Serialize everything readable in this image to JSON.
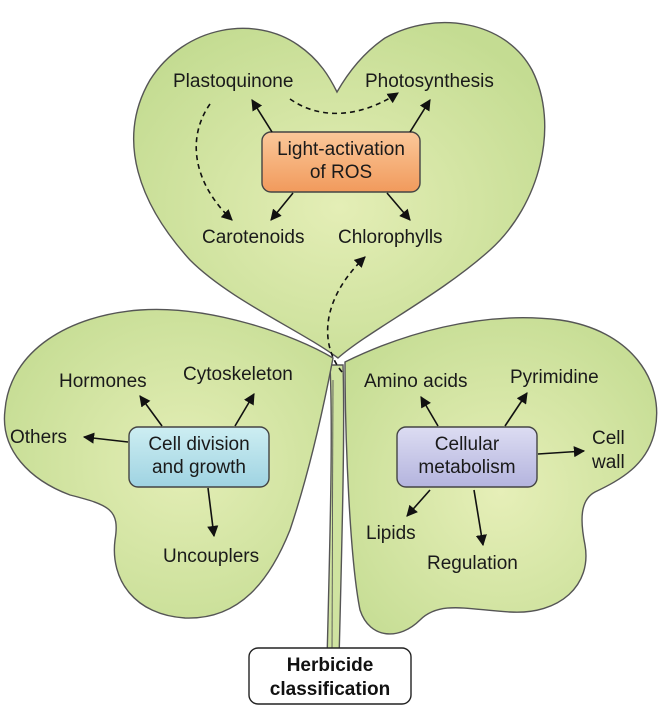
{
  "root": {
    "line1": "Herbicide",
    "line2": "classification"
  },
  "top_leaf": {
    "center": {
      "line1": "Light-activation",
      "line2": "of ROS",
      "color": "#f6a468"
    },
    "items": {
      "plastoquinone": "Plastoquinone",
      "photosynthesis": "Photosynthesis",
      "carotenoids": "Carotenoids",
      "chlorophylls": "Chlorophylls"
    }
  },
  "left_leaf": {
    "center": {
      "line1": "Cell division",
      "line2": "and growth",
      "color": "#a9dbe6"
    },
    "items": {
      "hormones": "Hormones",
      "cytoskeleton": "Cytoskeleton",
      "others": "Others",
      "uncouplers": "Uncouplers"
    }
  },
  "right_leaf": {
    "center": {
      "line1": "Cellular",
      "line2": "metabolism",
      "color": "#c3c3e6"
    },
    "items": {
      "amino_acids": "Amino acids",
      "pyrimidine": "Pyrimidine",
      "cell_wall_1": "Cell",
      "cell_wall_2": "wall",
      "lipids": "Lipids",
      "regulation": "Regulation"
    }
  },
  "colors": {
    "leaf_fill": "#cfe3a0",
    "leaf_light": "#e6efb8",
    "leaf_stroke": "#555555"
  }
}
